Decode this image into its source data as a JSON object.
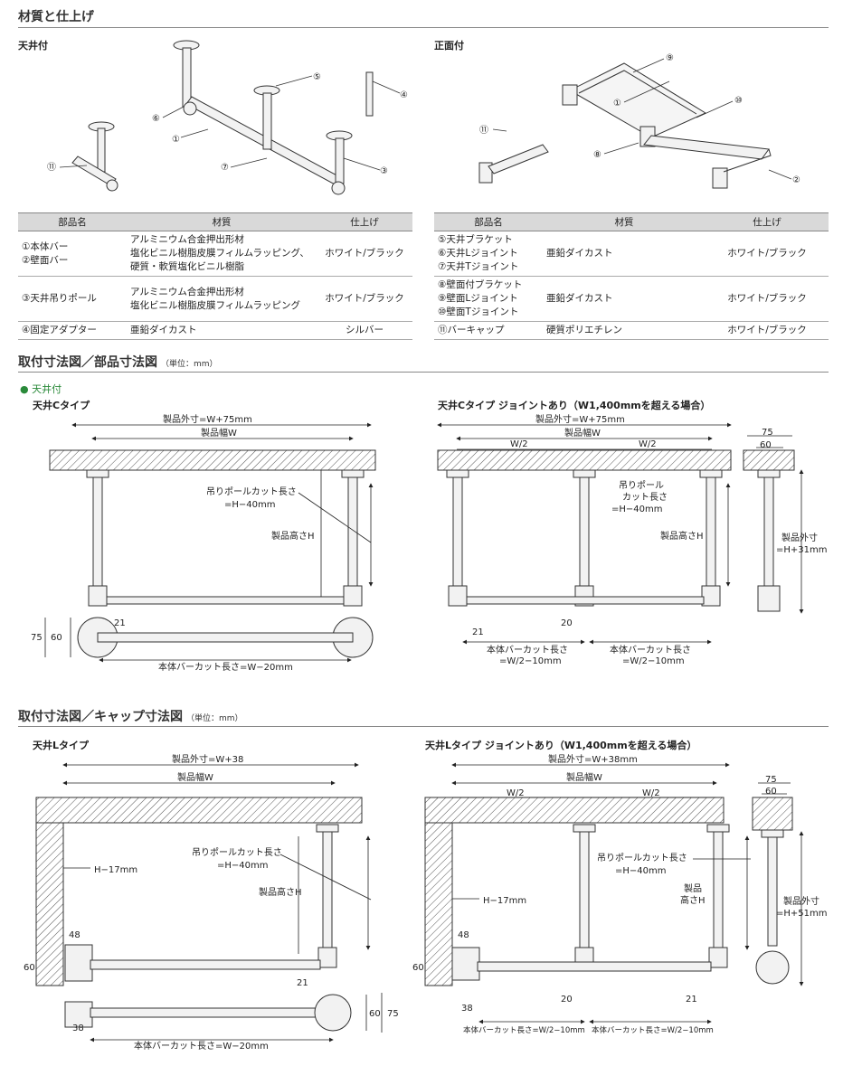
{
  "sections": {
    "materials_title": "材質と仕上げ",
    "mount_dims_title": "取付寸法図／部品寸法図",
    "mount_dims_unit": "（単位：mm）",
    "cap_dims_title": "取付寸法図／キャップ寸法図",
    "cap_dims_unit": "（単位：mm）"
  },
  "subsections": {
    "ceiling": "天井付",
    "front": "正面付",
    "ceiling_bullet": "● 天井付",
    "c_type": "天井Cタイプ",
    "c_type_joint": "天井Cタイプ ジョイントあり（W1,400mmを超える場合）",
    "l_type": "天井Lタイプ",
    "l_type_joint": "天井Lタイプ ジョイントあり（W1,400mmを超える場合）"
  },
  "table_headers": [
    "部品名",
    "材質",
    "仕上げ"
  ],
  "table_left": [
    {
      "names": [
        "①本体バー",
        "②壁面バー"
      ],
      "material": [
        "アルミニウム合金押出形材",
        "塩化ビニル樹脂皮膜フィルムラッピング、",
        "硬質・軟質塩化ビニル樹脂"
      ],
      "finish": "ホワイト/ブラック"
    },
    {
      "names": [
        "③天井吊りポール"
      ],
      "material": [
        "アルミニウム合金押出形材",
        "塩化ビニル樹脂皮膜フィルムラッピング"
      ],
      "finish": "ホワイト/ブラック"
    },
    {
      "names": [
        "④固定アダプター"
      ],
      "material": [
        "亜鉛ダイカスト"
      ],
      "finish": "シルバー"
    }
  ],
  "table_right": [
    {
      "names": [
        "⑤天井ブラケット",
        "⑥天井Lジョイント",
        "⑦天井Tジョイント"
      ],
      "material": [
        "亜鉛ダイカスト"
      ],
      "finish": "ホワイト/ブラック"
    },
    {
      "names": [
        "⑧壁面付ブラケット",
        "⑨壁面Lジョイント",
        "⑩壁面Tジョイント"
      ],
      "material": [
        "亜鉛ダイカスト"
      ],
      "finish": "ホワイト/ブラック"
    },
    {
      "names": [
        "⑪バーキャップ"
      ],
      "material": [
        "硬質ポリエチレン"
      ],
      "finish": "ホワイト/ブラック"
    }
  ],
  "callouts": {
    "c1": "①",
    "c2": "②",
    "c3": "③",
    "c4": "④",
    "c5": "⑤",
    "c6": "⑥",
    "c7": "⑦",
    "c8": "⑧",
    "c9": "⑨",
    "c10": "⑩",
    "c11": "⑪"
  },
  "dims": {
    "outer_w75": "製品外寸=W+75mm",
    "width_w": "製品幅W",
    "w_half": "W/2",
    "pole_cut": "吊りポールカット長さ",
    "pole_cut_val": "=H−40mm",
    "pole_cut_a": "吊りポール",
    "pole_cut_b": "カット長さ",
    "height_h": "製品高さH",
    "height_a": "製品",
    "height_b": "高さH",
    "outer_h31a": "製品外寸",
    "outer_h31b": "=H+31mm",
    "d75": "75",
    "d60": "60",
    "d21": "21",
    "d20": "20",
    "d48": "48",
    "d38": "38",
    "bar_cut_w20": "本体バーカット長さ=W−20mm",
    "bar_cut_half": "本体バーカット長さ",
    "bar_cut_half_val": "=W/2−10mm",
    "outer_w38": "製品外寸=W+38",
    "outer_w38mm": "製品外寸=W+38mm",
    "h17": "H−17mm",
    "outer_h51a": "製品外寸",
    "outer_h51b": "=H+51mm",
    "bar_cut_half_inline": "本体バーカット長さ=W/2−10mm"
  }
}
